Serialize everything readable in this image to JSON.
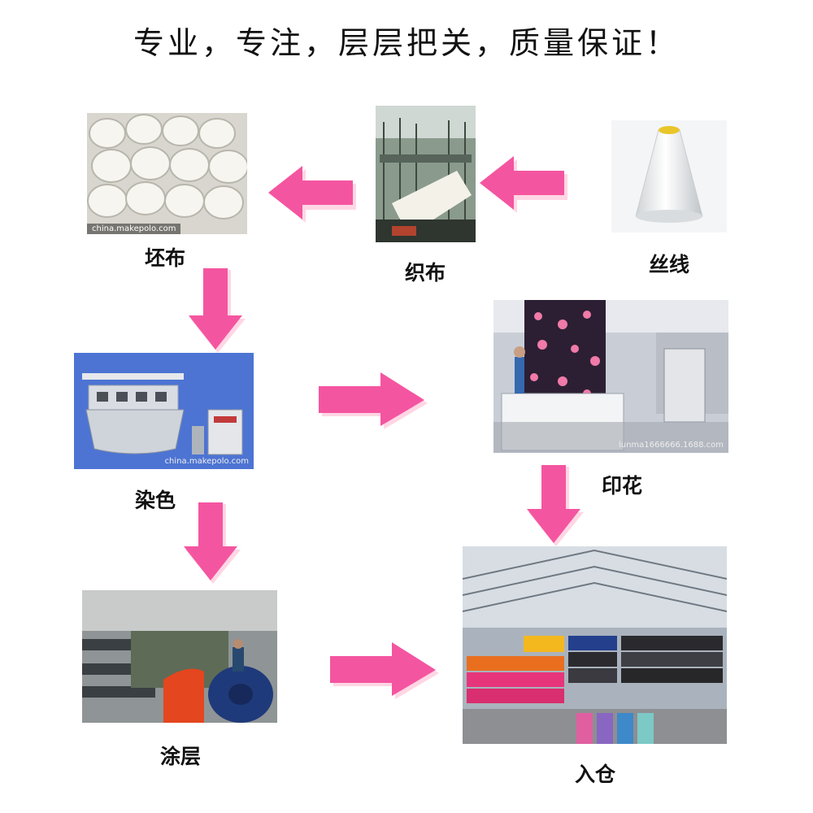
{
  "title": "专业，专注，层层把关，质量保证！",
  "colors": {
    "arrow": "#f455a0",
    "arrow_shadow": "#ffd6e4"
  },
  "steps": [
    {
      "id": "thread",
      "label": "丝线"
    },
    {
      "id": "weaving",
      "label": "织布"
    },
    {
      "id": "greige",
      "label": "坯布",
      "watermark": "china.makepolo.com"
    },
    {
      "id": "dyeing",
      "label": "染色",
      "watermark": "china.makepolo.com"
    },
    {
      "id": "printing",
      "label": "印花",
      "watermark": "lunma1666666.1688.com"
    },
    {
      "id": "coating",
      "label": "涂层"
    },
    {
      "id": "warehouse",
      "label": "入仓"
    }
  ],
  "flow": [
    [
      "丝线",
      "织布"
    ],
    [
      "织布",
      "坯布"
    ],
    [
      "坯布",
      "染色"
    ],
    [
      "染色",
      "印花"
    ],
    [
      "染色",
      "涂层"
    ],
    [
      "印花",
      "入仓"
    ],
    [
      "涂层",
      "入仓"
    ]
  ]
}
